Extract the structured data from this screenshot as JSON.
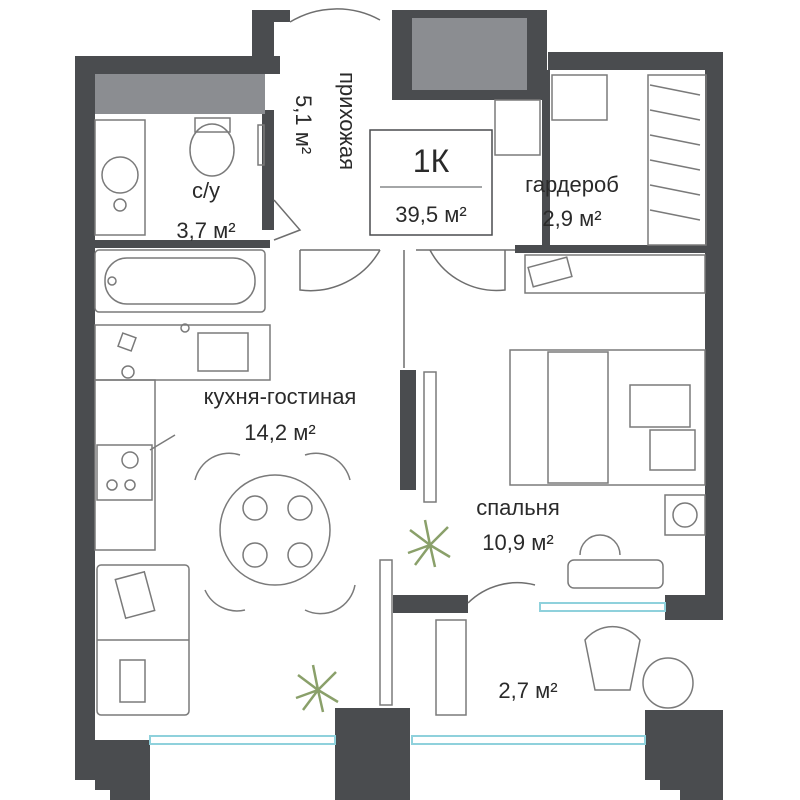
{
  "apartment": {
    "type_label": "1К",
    "total_area": "39,5 м²"
  },
  "rooms": {
    "hallway": {
      "name": "прихожая",
      "area": "5,1 м²"
    },
    "bathroom": {
      "name": "с/у",
      "area": "3,7 м²"
    },
    "wardrobe": {
      "name": "гардероб",
      "area": "2,9 м²"
    },
    "kitchen_living": {
      "name": "кухня-гостиная",
      "area": "14,2 м²"
    },
    "bedroom": {
      "name": "спальня",
      "area": "10,9 м²"
    },
    "balcony": {
      "name": "",
      "area": "2,7 м²"
    }
  },
  "colors": {
    "wall": "#4a4c4f",
    "window_frame": "#8fd1dc",
    "furniture_stroke": "#7a7a7a",
    "plant": "#8aa06a",
    "text": "#2a2a2a"
  },
  "icons": [
    "plant-icon",
    "chair-icon",
    "sink-icon",
    "stove-icon",
    "toilet-icon",
    "bathtub-icon",
    "washing-machine-icon",
    "bed-icon",
    "sofa-icon",
    "table-icon"
  ]
}
